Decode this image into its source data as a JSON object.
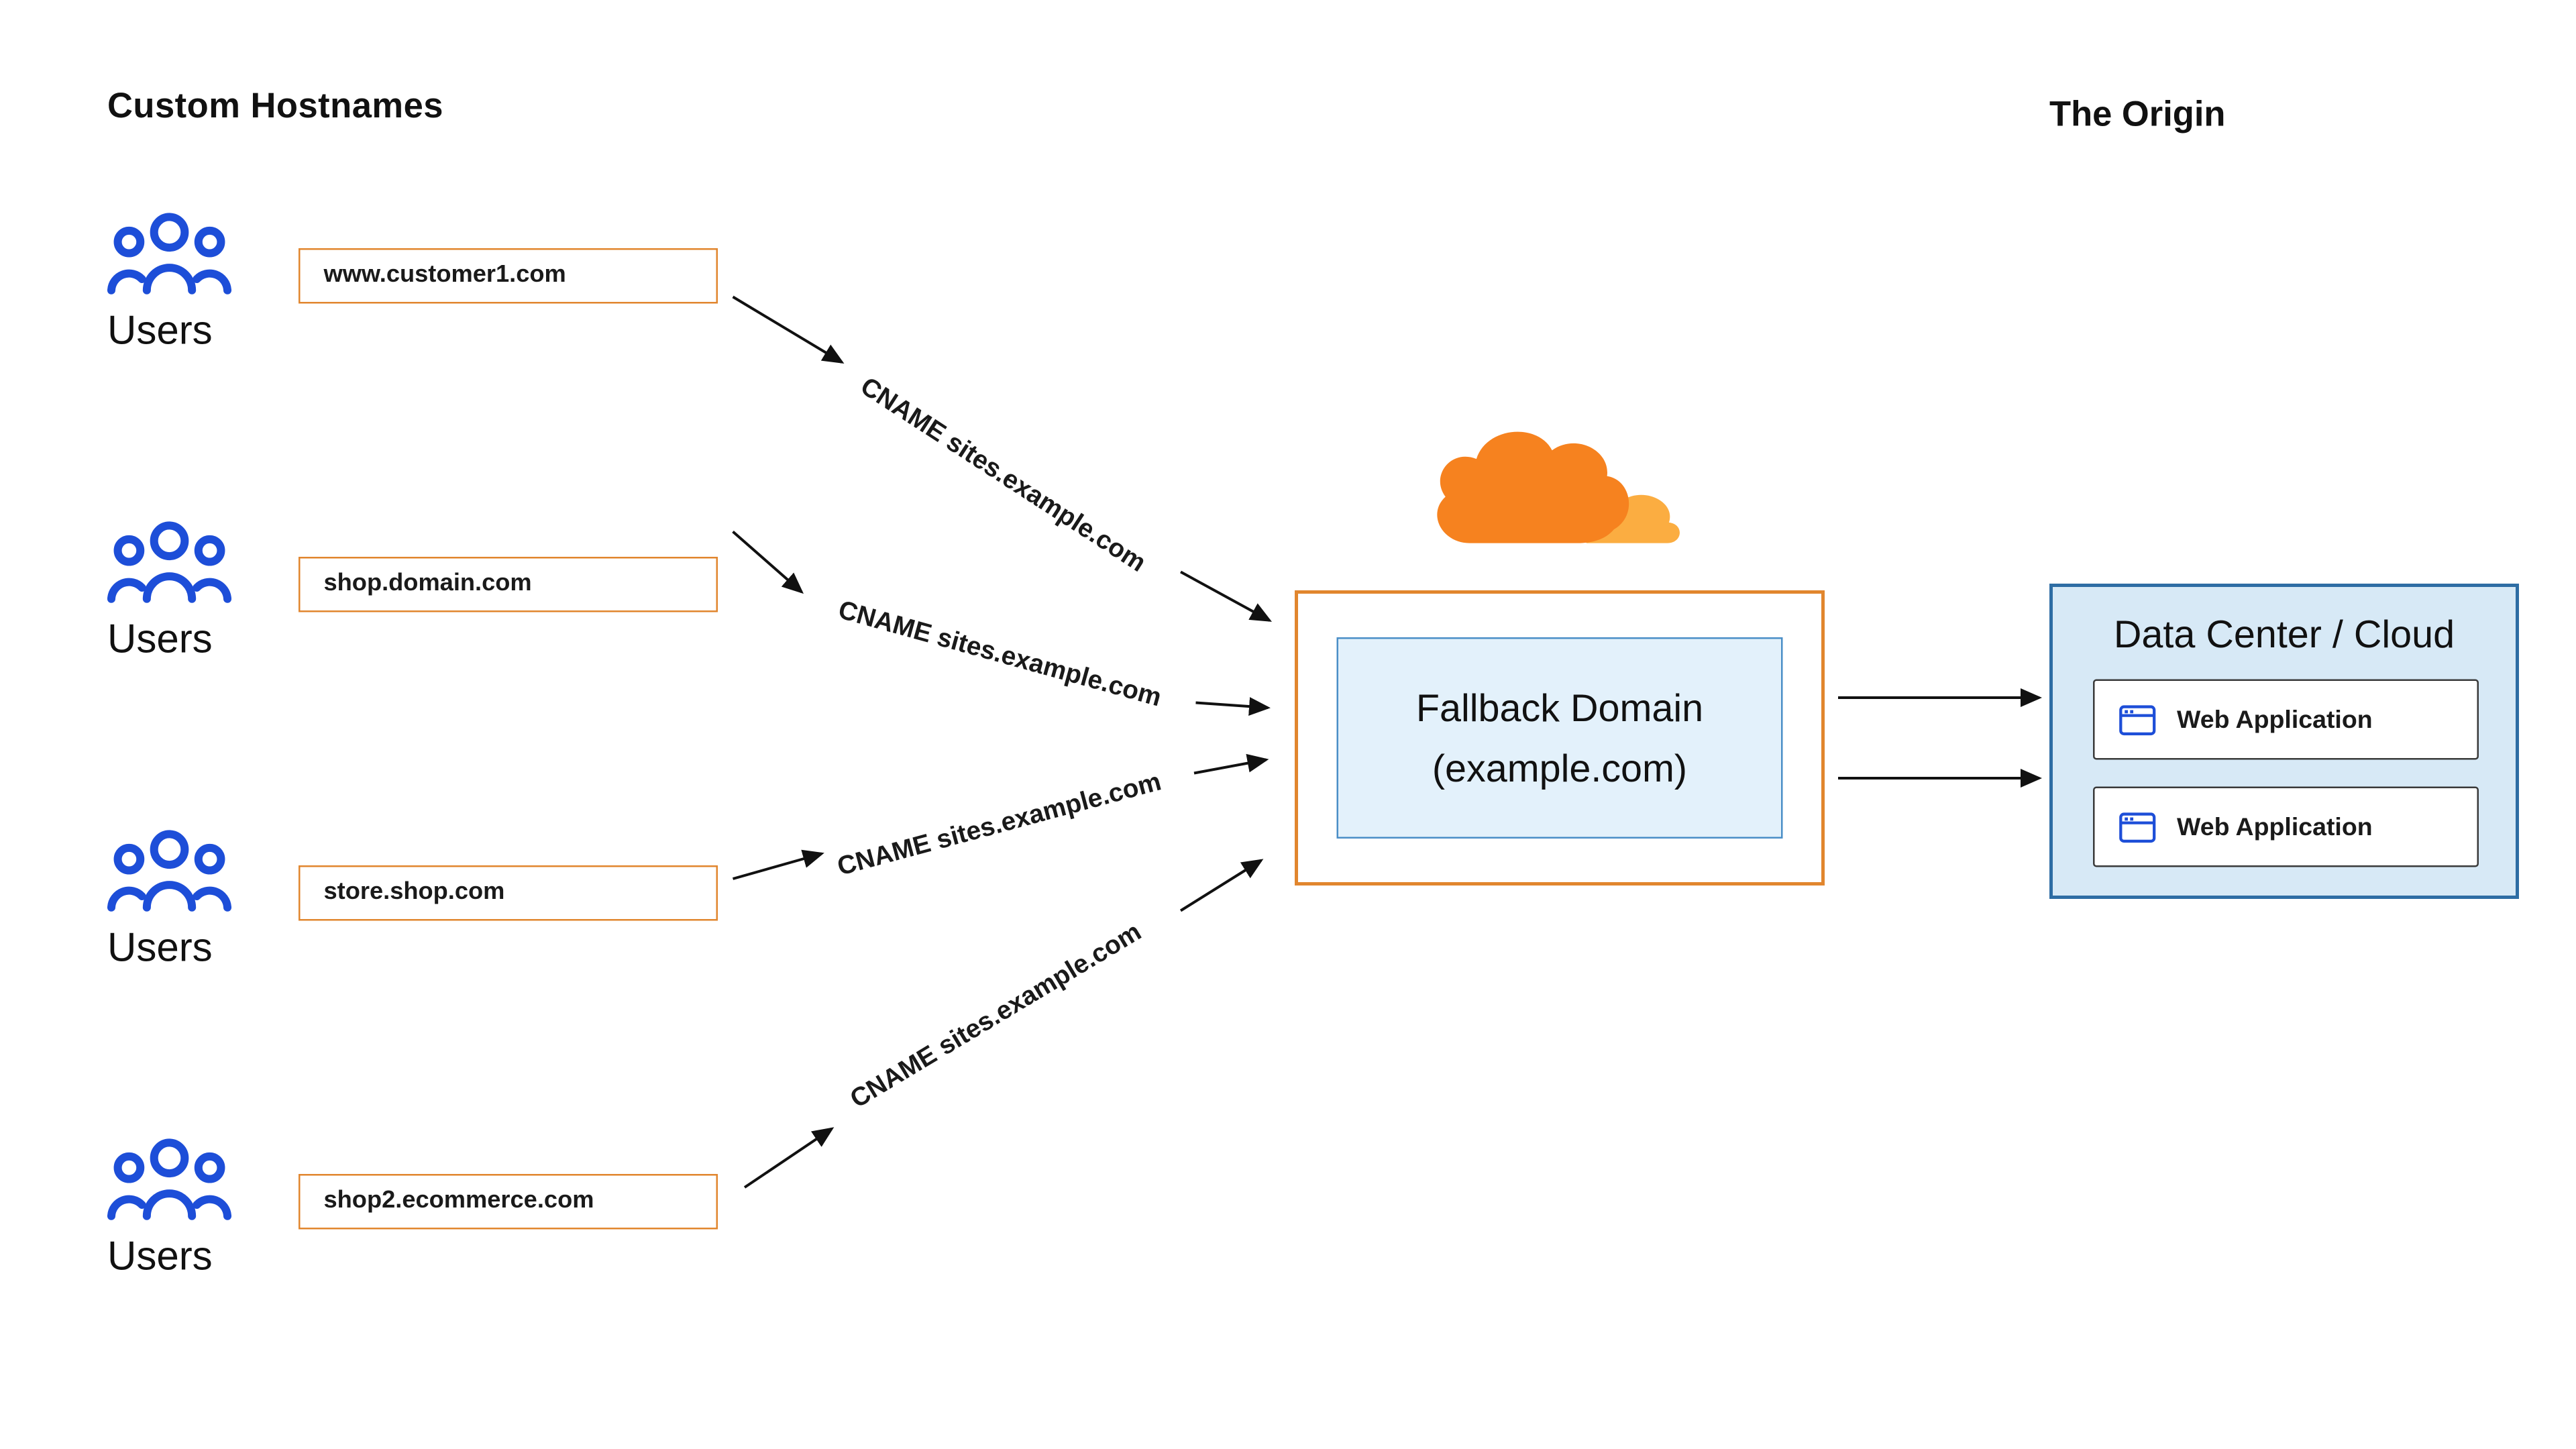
{
  "titles": {
    "custom_hostnames": "Custom Hostnames",
    "origin": "The Origin"
  },
  "users_label": "Users",
  "rows": [
    {
      "hostname": "www.customer1.com"
    },
    {
      "hostname": "shop.domain.com"
    },
    {
      "hostname": "store.shop.com"
    },
    {
      "hostname": "shop2.ecommerce.com"
    }
  ],
  "cname_label": "CNAME sites.example.com",
  "fallback_domain": {
    "line1": "Fallback Domain",
    "line2": "(example.com)"
  },
  "origin_box": {
    "title": "Data Center / Cloud",
    "applications": [
      "Web Application",
      "Web Application"
    ]
  },
  "icons": {
    "users": "users-group-icon",
    "web_app": "browser-window-icon",
    "cloudflare": "cloudflare-logo"
  },
  "colors": {
    "orange_border": "#E1862E",
    "cloudflare_orange": "#F6821F",
    "cloudflare_light_orange": "#FBAD41",
    "users_blue": "#1d4ed8",
    "fallback_fill": "#e3f1fb",
    "fallback_border": "#4a8ec7",
    "origin_fill": "#d7e9f6",
    "origin_border": "#2e6da4",
    "arrow": "#111111"
  }
}
